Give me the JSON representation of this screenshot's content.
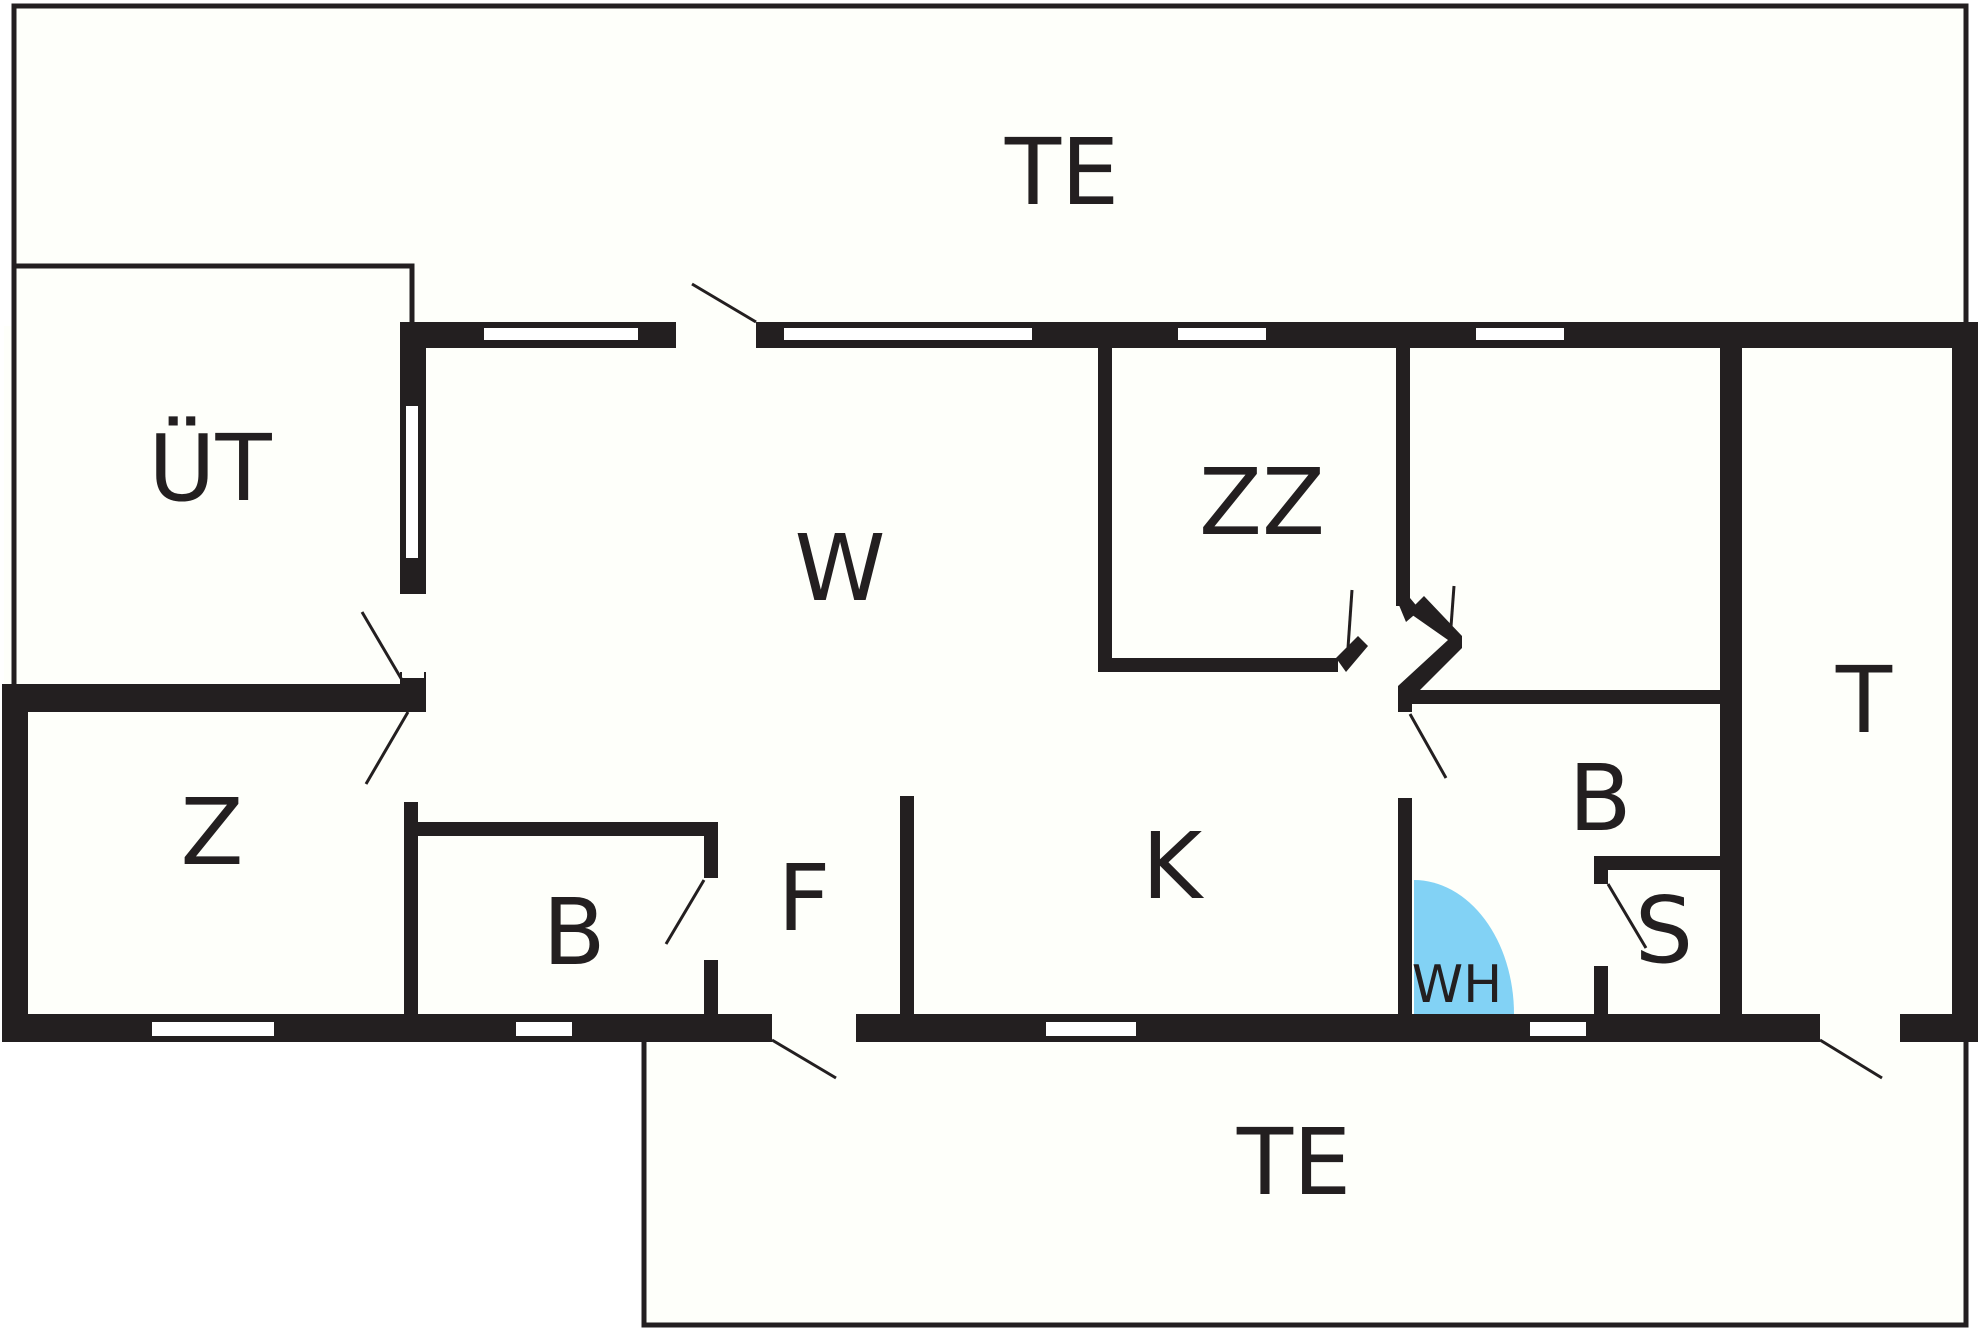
{
  "floorplan": {
    "labels": {
      "terrace_top": "TE",
      "utility": "ÜT",
      "living": "W",
      "room_zz": "ZZ",
      "terrace_right": "T",
      "bedroom_left": "Z",
      "bath_small": "B",
      "hall": "F",
      "kitchen": "K",
      "bath_right": "B",
      "water_heater": "WH",
      "sauna": "S",
      "terrace_bottom": "TE"
    },
    "colors": {
      "wall": "#231f20",
      "floor": "#fefffa",
      "water_heater": "#82d2f5",
      "background": "#ffffff"
    }
  }
}
